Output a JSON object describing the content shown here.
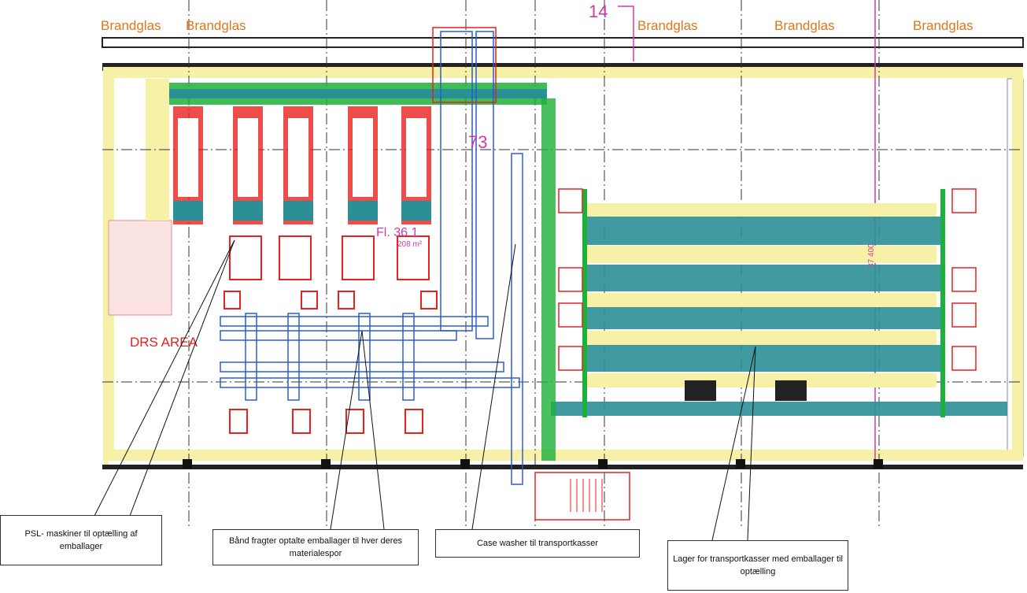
{
  "brandglas_labels": [
    "Brandglas",
    "Brandglas",
    "Brandglas",
    "Brandglas",
    "Brandglas"
  ],
  "drs_area_label": "DRS AREA",
  "room_number": "73",
  "room_label": "Fl. 36 1",
  "room_area": "208 m²",
  "top_number": "14",
  "side_number": "37 400",
  "callouts": {
    "psl": "PSL- maskiner til optælling af emballager",
    "conveyor": "Bånd fragter optalte emballager til hver deres materialespor",
    "case_washer": "Case washer til transportkasser",
    "storage": "Lager for transportkasser med emballager til optælling"
  },
  "colors": {
    "wall_yellow": "#f6f1a6",
    "machine_red": "#e8201e",
    "conveyor_teal": "#2b8f96",
    "track_green": "#1db03a",
    "blue_line": "#2a5bd7",
    "label_orange": "#e0761a",
    "label_magenta": "#d23aa8"
  }
}
